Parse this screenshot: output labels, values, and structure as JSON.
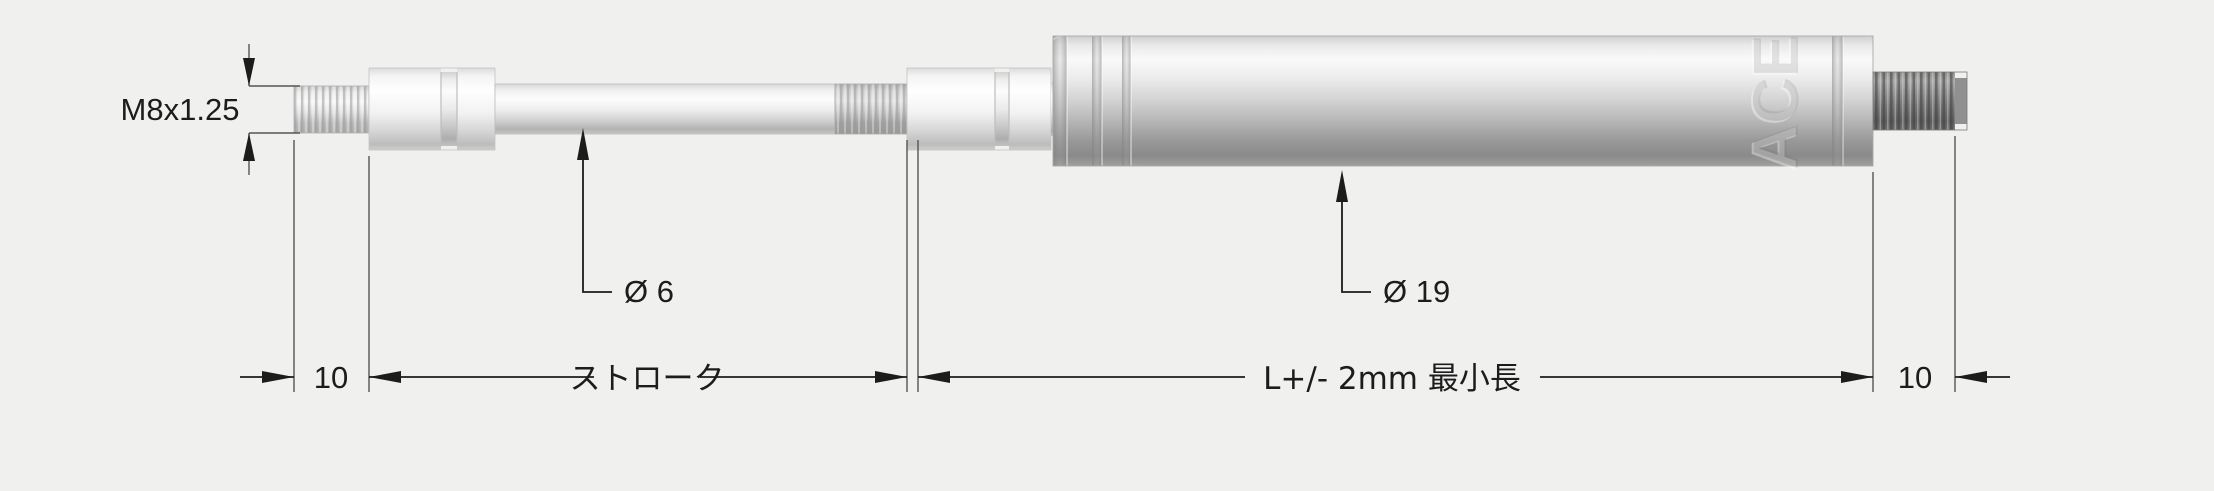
{
  "drawing": {
    "title": "Gas spring technical dimension drawing",
    "background_color": "#f0f0ef",
    "line_color": "#1c1c1c",
    "product_brand": "ACE"
  },
  "labels": {
    "thread_spec": "M8x1.25",
    "rod_diameter": "Ø 6",
    "body_diameter": "Ø 19",
    "left_end_length": "10",
    "stroke": "ストローク",
    "body_length": "L+/- 2mm 最小長",
    "right_end_length": "10"
  },
  "dimensions": {
    "left_end_value": 10,
    "right_end_value": 10,
    "rod_diameter_value": 6,
    "body_diameter_value": 19,
    "thread_major": 8,
    "thread_pitch": 1.25,
    "length_tolerance_mm": 2
  },
  "colors": {
    "background": "#f0f0ef",
    "ink": "#1c1c1c",
    "metal_light": "#fcfcfc",
    "metal_mid": "#c9c9c9",
    "metal_dark": "#8e8e8e",
    "thread_dark": "#6e6e6e"
  }
}
